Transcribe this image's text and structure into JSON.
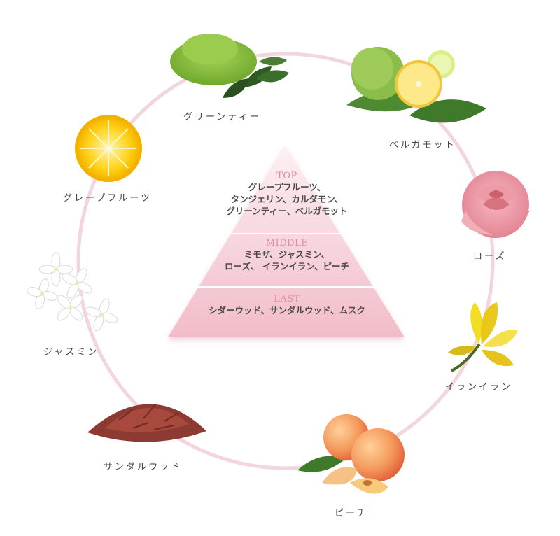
{
  "pyramid": {
    "top": {
      "heading": "TOP",
      "lines": [
        "グレープフルーツ、",
        "タンジェリン、カルダモン、",
        "グリーンティー、ベルガモット"
      ]
    },
    "middle": {
      "heading": "MIDDLE",
      "lines": [
        "ミモザ、ジャスミン、",
        "ローズ、 イランイラン、ピーチ"
      ]
    },
    "last": {
      "heading": "LAST",
      "lines": [
        "シダーウッド、サンダルウッド、ムスク"
      ]
    }
  },
  "ingredients": [
    {
      "label": "グリーンティー",
      "icon": "matcha-powder-icon"
    },
    {
      "label": "ベルガモット",
      "icon": "bergamot-icon"
    },
    {
      "label": "ローズ",
      "icon": "rose-icon"
    },
    {
      "label": "イランイラン",
      "icon": "ylang-ylang-icon"
    },
    {
      "label": "ピーチ",
      "icon": "peach-icon"
    },
    {
      "label": "サンダルウッド",
      "icon": "sandalwood-icon"
    },
    {
      "label": "ジャスミン",
      "icon": "jasmine-icon"
    },
    {
      "label": "グレープフルーツ",
      "icon": "grapefruit-icon"
    }
  ],
  "colors": {
    "ring": "#f3d5dc",
    "pyramid_top": "#fbe9ed",
    "pyramid_bottom": "#f2bcc8",
    "tier_heading": "#e08aa1"
  }
}
